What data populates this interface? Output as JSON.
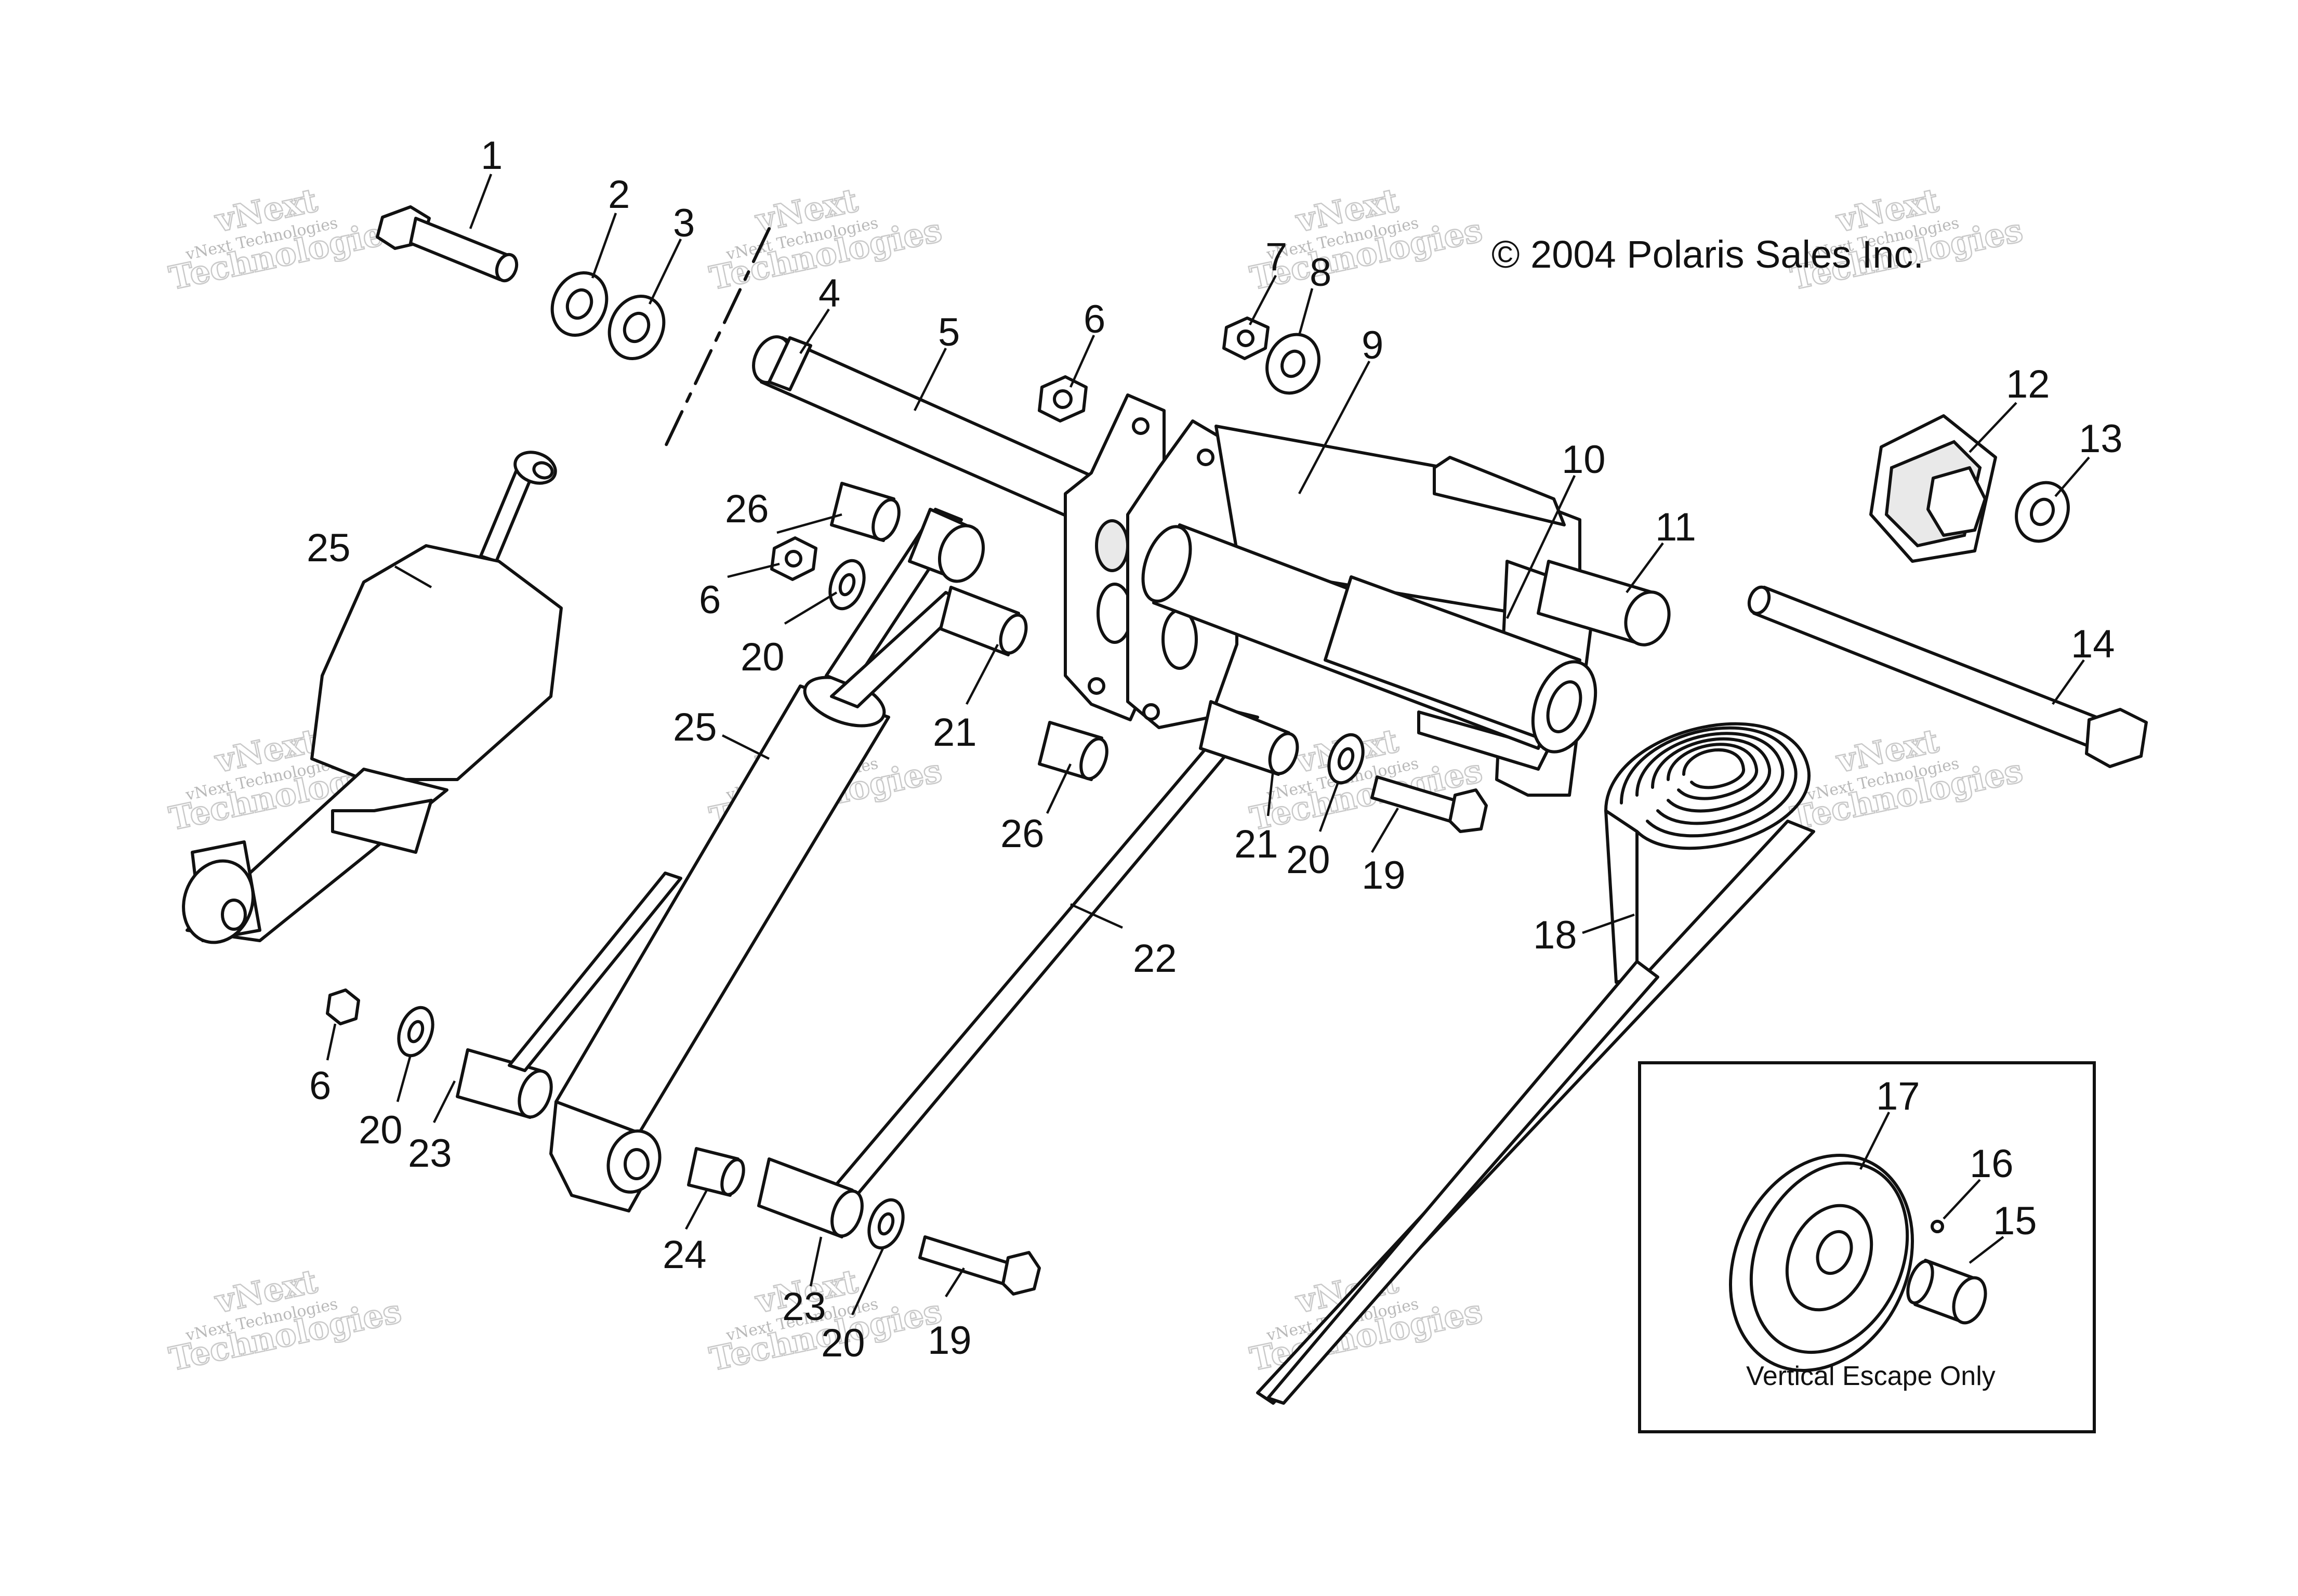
{
  "copyright": "© 2004 Polaris Sales Inc.",
  "inset": {
    "caption": "Vertical Escape Only"
  },
  "watermark": {
    "line1": "vNext Technologies",
    "line2": "vNext",
    "line3": "Technologies"
  },
  "callouts": {
    "c1": "1",
    "c2": "2",
    "c3": "3",
    "c4": "4",
    "c5": "5",
    "c6a": "6",
    "c6b": "6",
    "c6c": "6",
    "c7": "7",
    "c8": "8",
    "c9": "9",
    "c10": "10",
    "c11": "11",
    "c12": "12",
    "c13": "13",
    "c14": "14",
    "c15": "15",
    "c16": "16",
    "c17": "17",
    "c18": "18",
    "c19a": "19",
    "c19b": "19",
    "c20a": "20",
    "c20b": "20",
    "c20c": "20",
    "c20d": "20",
    "c21a": "21",
    "c21b": "21",
    "c22": "22",
    "c23a": "23",
    "c23b": "23",
    "c24": "24",
    "c25a": "25",
    "c25b": "25",
    "c26a": "26",
    "c26b": "26"
  }
}
